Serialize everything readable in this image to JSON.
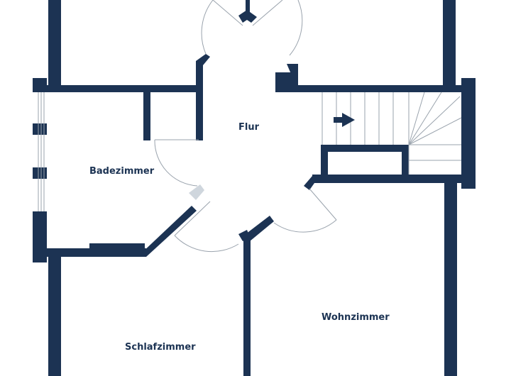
{
  "rooms": {
    "flur": "Flur",
    "badezimmer": "Badezimmer",
    "schlafzimmer": "Schlafzimmer",
    "wohnzimmer": "Wohnzimmer"
  },
  "colors": {
    "wall": "#1c3353",
    "fixture_lines": "#9aa3ad",
    "background": "#ffffff"
  },
  "icons": {
    "stair_direction": "arrow-right-icon"
  }
}
